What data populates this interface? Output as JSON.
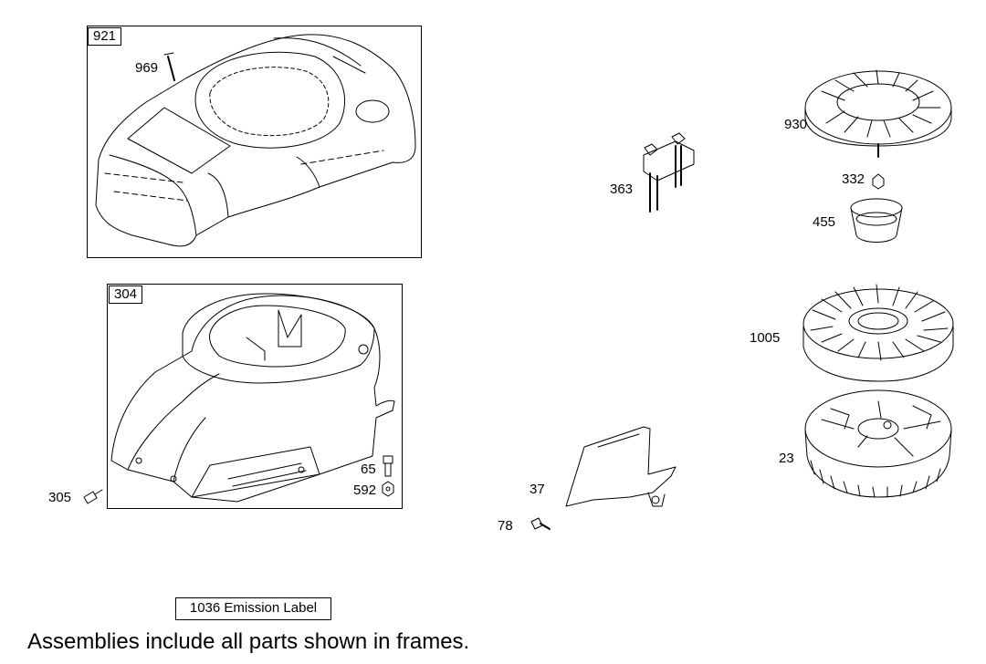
{
  "frames": {
    "blower_top": {
      "number": "921"
    },
    "blower_housing": {
      "number": "304"
    }
  },
  "callouts": {
    "p969": "969",
    "p305": "305",
    "p65": "65",
    "p592": "592",
    "p363": "363",
    "p37": "37",
    "p78": "78",
    "p930": "930",
    "p332": "332",
    "p455": "455",
    "p1005": "1005",
    "p23": "23"
  },
  "emission_label": "1036 Emission Label",
  "footer_note": "Assemblies include all parts shown in frames."
}
